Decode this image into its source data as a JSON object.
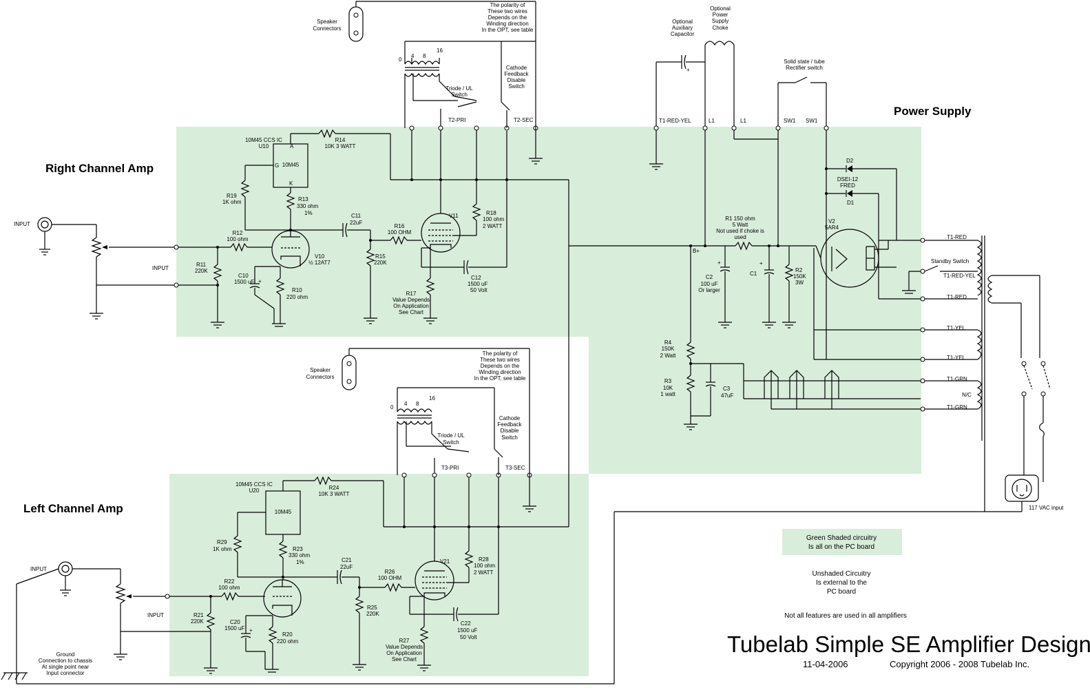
{
  "diagram": {
    "title": "Tubelab Simple SE Amplifier Design",
    "date": "11-04-2006",
    "copyright": "Copyright 2006 - 2008 Tubelab Inc.",
    "pcb_color": "#d9eddb",
    "sections": {
      "right": "Right Channel Amp",
      "left": "Left Channel Amp",
      "power": "Power Supply"
    },
    "legend": {
      "shaded_1": "Green Shaded circuitry",
      "shaded_2": "Is all on the PC board",
      "unshaded_1": "Unshaded Circuitry",
      "unshaded_2": "Is external to the",
      "unshaded_3": "PC board",
      "features": "Not all features are used in all amplifiers"
    },
    "right": {
      "input": "INPUT",
      "input2": "INPUT",
      "u_1": "10M45 CCS IC",
      "u_2": "U10",
      "u_chip": "10M45",
      "pin_a": "A",
      "pin_g": "G",
      "pin_k": "K",
      "r14_1": "R14",
      "r14_2": "10K 3 WATT",
      "r19_1": "R19",
      "r19_2": "1K ohm",
      "r13_1": "R13",
      "r13_2": "330 ohm",
      "r13_3": "1%",
      "r12_1": "R12",
      "r12_2": "100 ohm",
      "r11_1": "R11",
      "r11_2": "220K",
      "c10_1": "C10",
      "c10_2": "1500 uF",
      "r10_1": "R10",
      "r10_2": "220 ohm",
      "v10_1": "V10",
      "v10_2": "½ 12AT7",
      "c11_1": "C11",
      "c11_2": "22uF",
      "r16_1": "R16",
      "r16_2": "100 OHM",
      "r15_1": "R15",
      "r15_2": "220K",
      "v11": "V11",
      "r18_1": "R18",
      "r18_2": "100 ohm",
      "r18_3": "2 WATT",
      "c12_1": "C12",
      "c12_2": "1500 uF",
      "c12_3": "50 Volt",
      "r17_1": "R17",
      "r17_2": "Value Depends",
      "r17_3": "On Application",
      "r17_4": "See Chart",
      "spk_1": "Speaker",
      "spk_2": "Connectors",
      "pol_1": "The polarity of",
      "pol_2": "These two wires",
      "pol_3": "Depends on the",
      "pol_4": "Winding direction",
      "pol_5": "In the OPT, see table",
      "tap_0": "0",
      "tap_4": "4",
      "tap_8": "8",
      "tap_16": "16",
      "tri_1": "Triode / UL",
      "tri_2": "Switch",
      "cath_1": "Cathode",
      "cath_2": "Feedback",
      "cath_3": "Disable",
      "cath_4": "Switch",
      "pri": "T2-PRI",
      "sec": "T2-SEC"
    },
    "left": {
      "input": "INPUT",
      "input2": "INPUT",
      "u_1": "10M45 CCS IC",
      "u_2": "U20",
      "u_chip": "10M45",
      "r24_1": "R24",
      "r24_2": "10K 3 WATT",
      "r29_1": "R29",
      "r29_2": "1K ohm",
      "r23_1": "R23",
      "r23_2": "330 ohm",
      "r23_3": "1%",
      "r22_1": "R22",
      "r22_2": "100 ohm",
      "r21_1": "R21",
      "r21_2": "220K",
      "c20_1": "C20",
      "c20_2": "1500 uF",
      "r20_1": "R20",
      "r20_2": "220 ohm",
      "c21_1": "C21",
      "c21_2": "22uF",
      "r26_1": "R26",
      "r26_2": "100 OHM",
      "r25_1": "R25",
      "r25_2": "220K",
      "v21": "V21",
      "r28_1": "R28",
      "r28_2": "100 ohm",
      "r28_3": "2 WATT",
      "c22_1": "C22",
      "c22_2": "1500 uF",
      "c22_3": "50 Volt",
      "r27_1": "R27",
      "r27_2": "Value Depends",
      "r27_3": "On Application",
      "r27_4": "See Chart",
      "spk_1": "Speaker",
      "spk_2": "Connectors",
      "pol_1": "The polarity of",
      "pol_2": "These two wires",
      "pol_3": "Depends on the",
      "pol_4": "Winding direction",
      "pol_5": "In the OPT, see table",
      "tap_0": "0",
      "tap_4": "4",
      "tap_8": "8",
      "tap_16": "16",
      "tri_1": "Triode / UL",
      "tri_2": "Switch",
      "cath_1": "Cathode",
      "cath_2": "Feedback",
      "cath_3": "Disable",
      "cath_4": "Switch",
      "pri": "T3-PRI",
      "sec": "T3-SEC",
      "gnd_1": "Ground",
      "gnd_2": "Connection to chassis",
      "gnd_3": "At single point near",
      "gnd_4": "Input connector"
    },
    "psu": {
      "aux_1": "Optional",
      "aux_2": "Auxiliary",
      "aux_3": "Capacitor",
      "choke_1": "Optional",
      "choke_2": "Power",
      "choke_3": "Supply",
      "choke_4": "Choke",
      "rect_1": "Solid state / tube",
      "rect_2": "Rectifier switch",
      "t1_red_yel": "T1-RED-YEL",
      "l1a": "L1",
      "l1b": "L1",
      "sw1a": "SW1",
      "sw1b": "SW1",
      "d2": "D2",
      "dsei_1": "DSEI-12",
      "dsei_2": "FRED",
      "d1": "D1",
      "r1_1": "R1 150 ohm",
      "r1_2": "5 Watt",
      "r1_3": "Not used if choke is",
      "r1_4": "used",
      "v2_1": "V2",
      "v2_2": "5AR4",
      "bplus": "B+",
      "c2_1": "C2",
      "c2_2": "100 uF",
      "c2_3": "Or larger",
      "c1": "C1",
      "r2_1": "R2",
      "r2_2": "150K",
      "r2_3": "3W",
      "plus": "+",
      "t1_red_a": "T1-RED",
      "standby": "Standby Switch",
      "t1_red_yel2": "T1-RED-YEL",
      "t1_red_b": "T1-RED",
      "t1_yel_a": "T1-YEL",
      "t1_yel_b": "T1-YEL",
      "t1_grn_a": "T1-GRN",
      "nc": "N/C",
      "t1_grn_b": "T1-GRN",
      "r4_1": "R4",
      "r4_2": "150K",
      "r4_3": "2 Watt",
      "r3_1": "R3",
      "r3_2": "10K",
      "r3_3": "1 watt",
      "c3_1": "C3",
      "c3_2": "47uF",
      "vac": "117 VAC input"
    }
  }
}
